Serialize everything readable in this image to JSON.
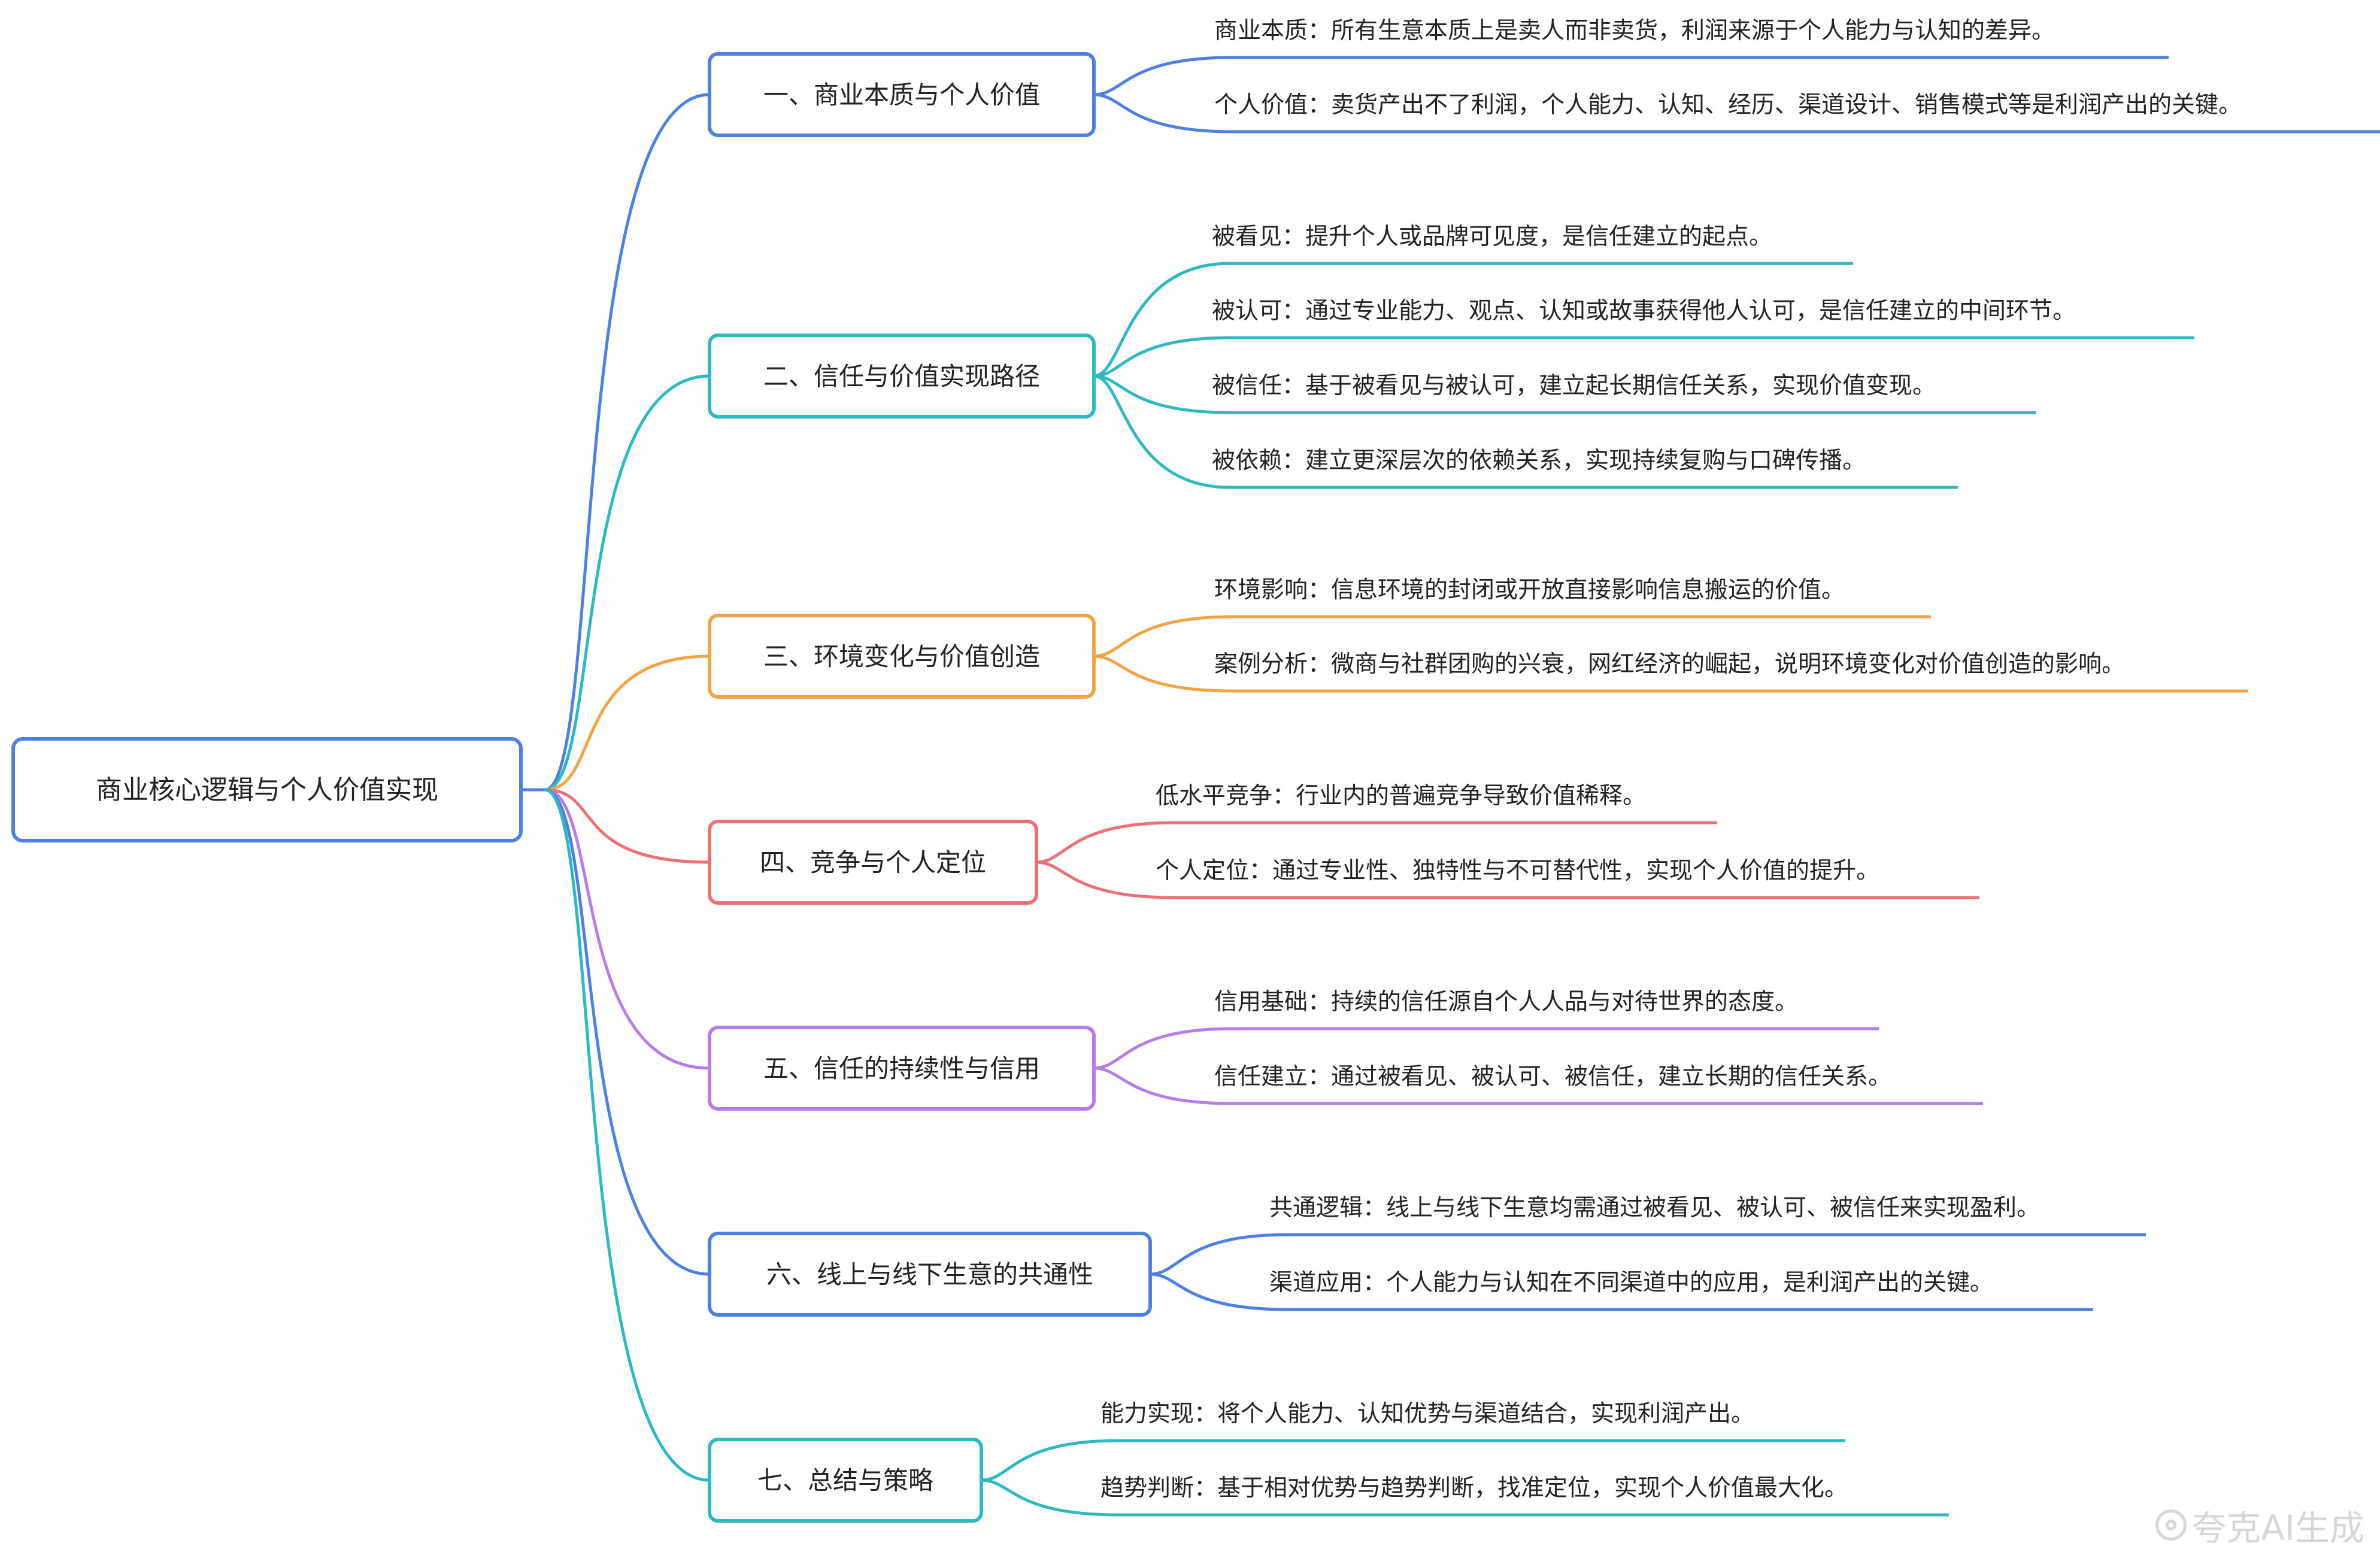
{
  "root": {
    "label": "商业核心逻辑与个人价值实现",
    "color": "#4E7FE3"
  },
  "branches": [
    {
      "label": "一、商业本质与个人价值",
      "color": "#4E7FE3",
      "leaves": [
        "商业本质：所有生意本质上是卖人而非卖货，利润来源于个人能力与认知的差异。",
        "个人价值：卖货产出不了利润，个人能力、认知、经历、渠道设计、销售模式等是利润产出的关键。"
      ]
    },
    {
      "label": "二、信任与价值实现路径",
      "color": "#2EB8BF",
      "leaves": [
        "被看见：提升个人或品牌可见度，是信任建立的起点。",
        "被认可：通过专业能力、观点、认知或故事获得他人认可，是信任建立的中间环节。",
        "被信任：基于被看见与被认可，建立起长期信任关系，实现价值变现。",
        "被依赖：建立更深层次的依赖关系，实现持续复购与口碑传播。"
      ]
    },
    {
      "label": "三、环境变化与价值创造",
      "color": "#F2A444",
      "leaves": [
        "环境影响：信息环境的封闭或开放直接影响信息搬运的价值。",
        "案例分析：微商与社群团购的兴衰，网红经济的崛起，说明环境变化对价值创造的影响。"
      ]
    },
    {
      "label": "四、竞争与个人定位",
      "color": "#EE6F78",
      "leaves": [
        "低水平竞争：行业内的普遍竞争导致价值稀释。",
        "个人定位：通过专业性、独特性与不可替代性，实现个人价值的提升。"
      ]
    },
    {
      "label": "五、信任的持续性与信用",
      "color": "#B77CEB",
      "leaves": [
        "信用基础：持续的信任源自个人人品与对待世界的态度。",
        "信任建立：通过被看见、被认可、被信任，建立长期的信任关系。"
      ]
    },
    {
      "label": "六、线上与线下生意的共通性",
      "color": "#4E7FE3",
      "leaves": [
        "共通逻辑：线上与线下生意均需通过被看见、被认可、被信任来实现盈利。",
        "渠道应用：个人能力与认知在不同渠道中的应用，是利润产出的关键。"
      ]
    },
    {
      "label": "七、总结与策略",
      "color": "#2EB8BF",
      "leaves": [
        "能力实现：将个人能力、认知优势与渠道结合，实现利润产出。",
        "趋势判断：基于相对优势与趋势判断，找准定位，实现个人价值最大化。"
      ]
    }
  ],
  "watermark": "夸克AI生成"
}
